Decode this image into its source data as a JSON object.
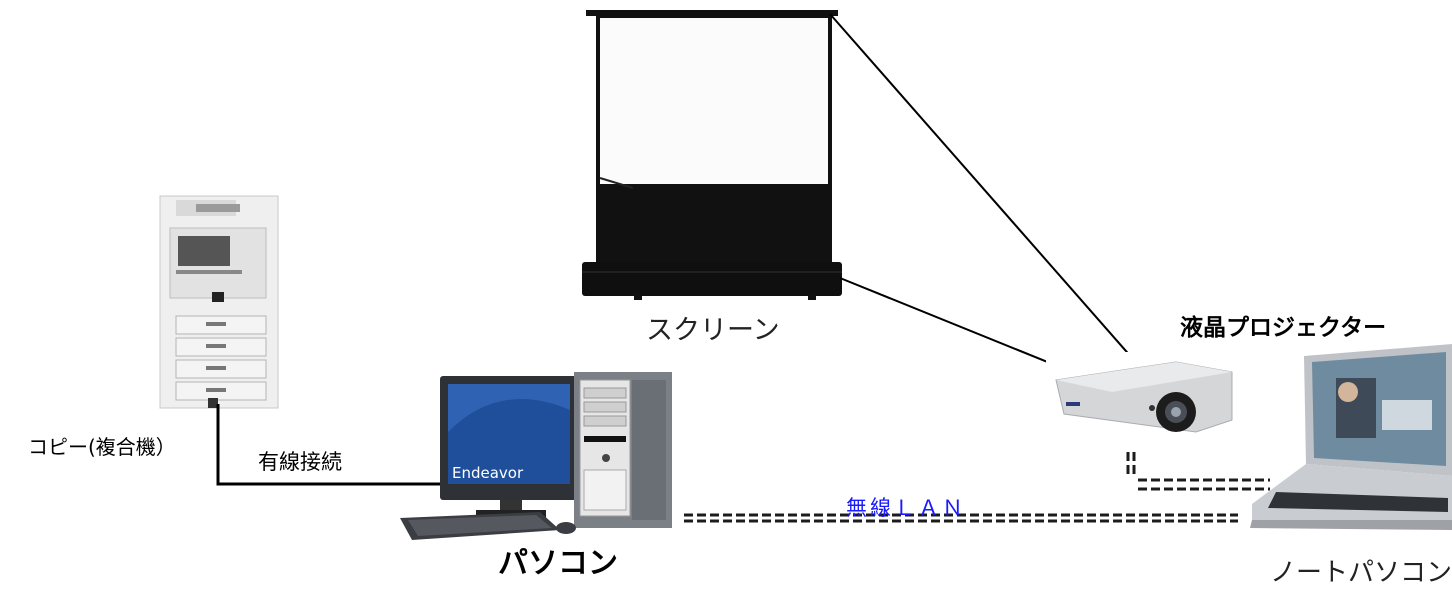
{
  "labels": {
    "copier": "コピー(複合機）",
    "wired": "有線接続",
    "pc": "パソコン",
    "screen": "スクリーン",
    "projector": "液晶プロジェクター",
    "notebook": "ノートパソコン",
    "wireless": "無線ＬＡＮ"
  },
  "pc_brand": "Endeavor",
  "colors": {
    "wireless_label": "#1a1aff",
    "lines": "#000000"
  }
}
